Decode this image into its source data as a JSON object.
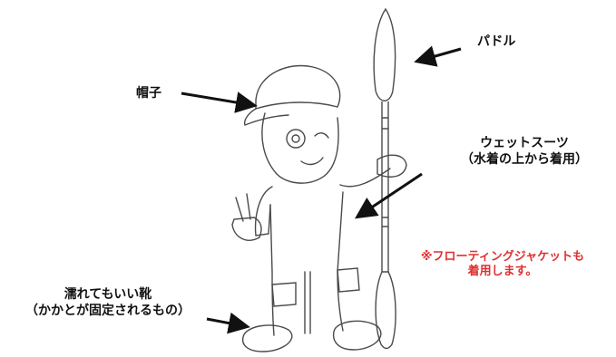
{
  "labels": {
    "paddle": "パドル",
    "hat": "帽子",
    "wetsuit_line1": "ウェットスーツ",
    "wetsuit_line2": "（水着の上から着用）",
    "floating_line1": "※フローティングジャケットも",
    "floating_line2": "着用します。",
    "shoes_line1": "濡れてもいい靴",
    "shoes_line2": "（かかとが固定されるもの）"
  },
  "colors": {
    "text": "#111111",
    "note": "#e03030",
    "sketch": "#4a4a4a"
  },
  "icons": [
    "boy-illustration",
    "paddle",
    "arrow"
  ]
}
